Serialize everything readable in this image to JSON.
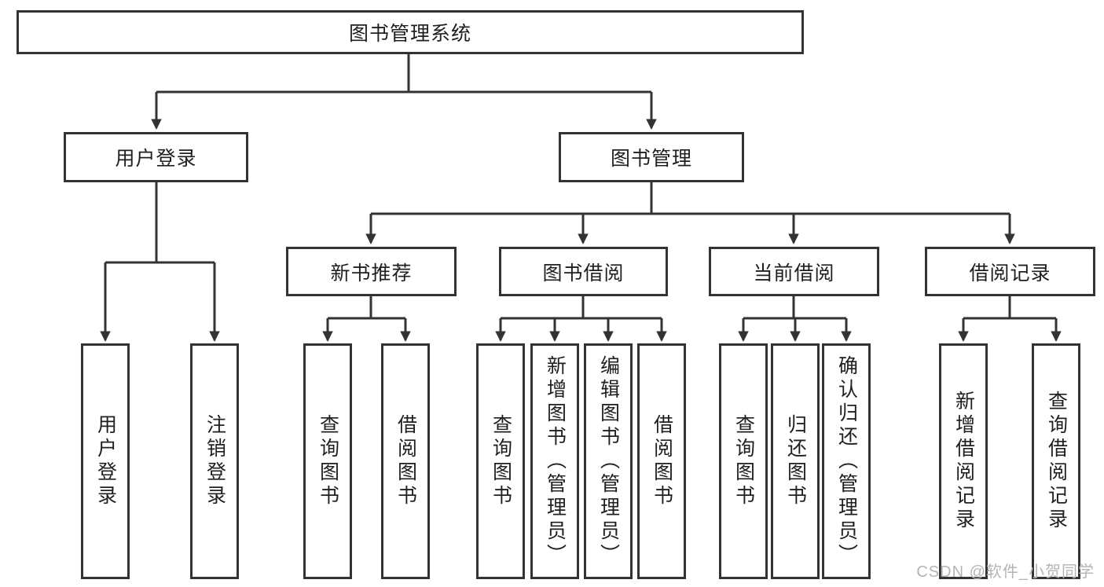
{
  "tree": {
    "root": {
      "label": "图书管理系统",
      "children": [
        {
          "label": "用户登录",
          "children": [
            {
              "label": "用户登录"
            },
            {
              "label": "注销登录"
            }
          ]
        },
        {
          "label": "图书管理",
          "children": [
            {
              "label": "新书推荐",
              "children": [
                {
                  "label": "查询图书"
                },
                {
                  "label": "借阅图书"
                }
              ]
            },
            {
              "label": "图书借阅",
              "children": [
                {
                  "label": "查询图书"
                },
                {
                  "label": "新增图书（管理员）"
                },
                {
                  "label": "编辑图书（管理员）"
                },
                {
                  "label": "借阅图书"
                }
              ]
            },
            {
              "label": "当前借阅",
              "children": [
                {
                  "label": "查询图书"
                },
                {
                  "label": "归还图书"
                },
                {
                  "label": "确认归还（管理员）"
                }
              ]
            },
            {
              "label": "借阅记录",
              "children": [
                {
                  "label": "新增借阅记录"
                },
                {
                  "label": "查询借阅记录"
                }
              ]
            }
          ]
        }
      ]
    }
  },
  "watermark": {
    "text": "CSDN @软件_小贺同学"
  },
  "colors": {
    "line": "#333333",
    "box_border": "#333333",
    "text": "#1f1f1f",
    "watermark": "#b4b4b4",
    "background": "#ffffff"
  }
}
